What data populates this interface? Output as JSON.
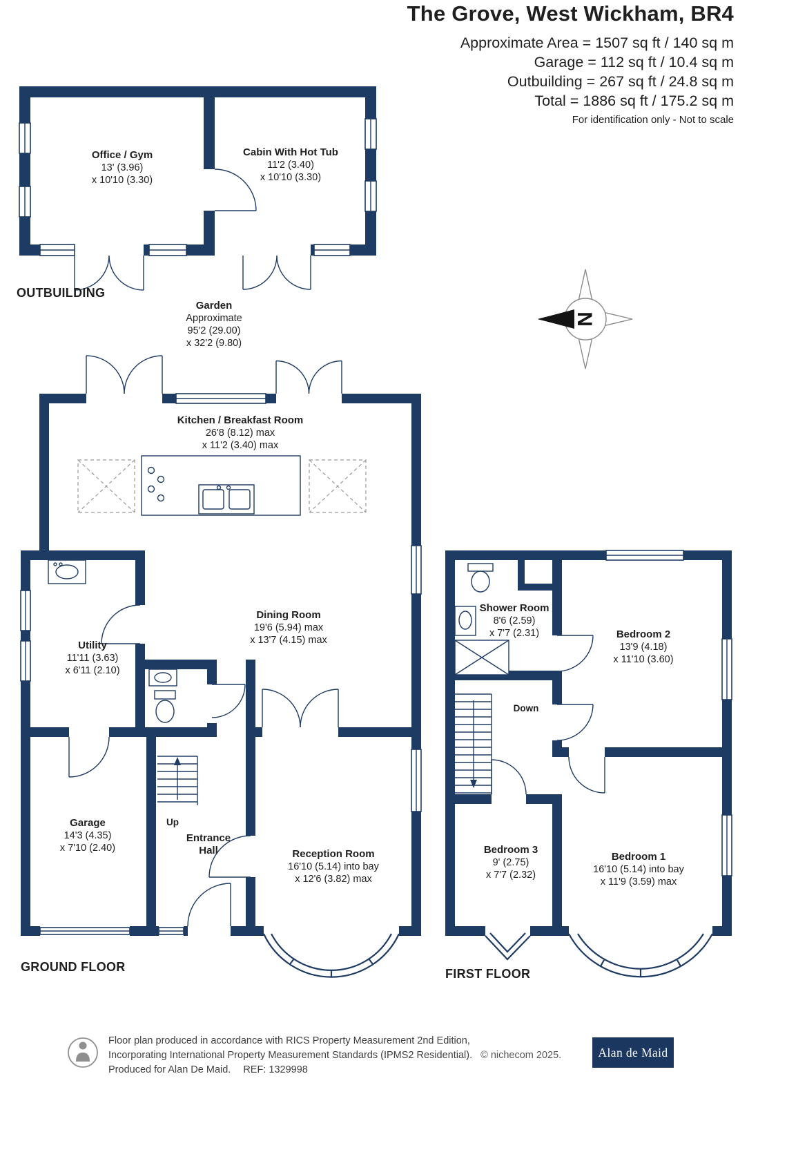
{
  "colors": {
    "wall": "#1e3b63",
    "ink": "#1f1f1f",
    "muted": "#3f3f3f",
    "logo_bg": "#1b3760",
    "dashed": "#9a9a9a",
    "compass": "#8c8c8c"
  },
  "header": {
    "title": "The Grove, West Wickham, BR4",
    "area_lines": [
      "Approximate Area = 1507 sq ft / 140 sq m",
      "Garage = 112 sq ft / 10.4 sq m",
      "Outbuilding = 267 sq ft / 24.8 sq m",
      "Total = 1886 sq ft / 175.2 sq m"
    ],
    "disclaimer": "For identification only - Not to scale"
  },
  "sections": {
    "outbuilding": "OUTBUILDING",
    "ground": "GROUND FLOOR",
    "first": "FIRST FLOOR"
  },
  "compass": {
    "n": "N"
  },
  "stairs": {
    "up": "Up",
    "down": "Down"
  },
  "garden": {
    "name": "Garden",
    "line1": "Approximate",
    "line2": "95'2 (29.00)",
    "line3": "x 32'2 (9.80)"
  },
  "rooms": {
    "office_gym": {
      "name": "Office / Gym",
      "line1": "13' (3.96)",
      "line2": "x 10'10 (3.30)"
    },
    "cabin": {
      "name": "Cabin With Hot Tub",
      "line1": "11'2 (3.40)",
      "line2": "x 10'10 (3.30)"
    },
    "kitchen": {
      "name": "Kitchen / Breakfast Room",
      "line1": "26'8 (8.12) max",
      "line2": "x 11'2 (3.40) max"
    },
    "dining": {
      "name": "Dining Room",
      "line1": "19'6 (5.94) max",
      "line2": "x 13'7 (4.15) max"
    },
    "utility": {
      "name": "Utility",
      "line1": "11'11 (3.63)",
      "line2": "x 6'11 (2.10)"
    },
    "garage": {
      "name": "Garage",
      "line1": "14'3 (4.35)",
      "line2": "x 7'10 (2.40)"
    },
    "entrance_hall": {
      "name": "Entrance Hall"
    },
    "reception": {
      "name": "Reception Room",
      "line1": "16'10 (5.14) into bay",
      "line2": "x 12'6 (3.82) max"
    },
    "shower": {
      "name": "Shower Room",
      "line1": "8'6 (2.59)",
      "line2": "x 7'7 (2.31)"
    },
    "bedroom2": {
      "name": "Bedroom 2",
      "line1": "13'9 (4.18)",
      "line2": "x 11'10 (3.60)"
    },
    "bedroom3": {
      "name": "Bedroom 3",
      "line1": "9' (2.75)",
      "line2": "x 7'7 (2.32)"
    },
    "bedroom1": {
      "name": "Bedroom 1",
      "line1": "16'10 (5.14) into bay",
      "line2": "x 11'9 (3.59) max"
    }
  },
  "footer": {
    "line1": "Floor plan produced in accordance with RICS Property Measurement 2nd Edition,",
    "line2": "Incorporating International Property Measurement Standards (IPMS2 Residential).",
    "copyright": "© nichecom 2025.",
    "line3": "Produced for Alan De Maid.",
    "ref": "REF: 1329998",
    "logo": "Alan de Maid"
  }
}
